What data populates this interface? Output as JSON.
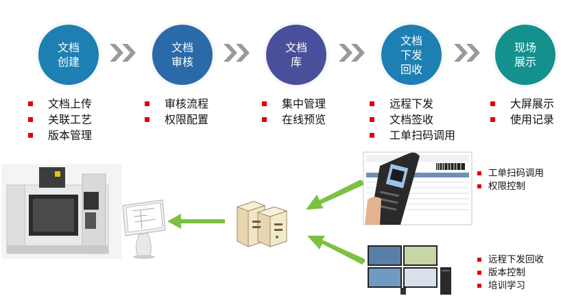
{
  "steps": [
    {
      "label": "文档\n创建",
      "color": "#1e7fb3"
    },
    {
      "label": "文档\n审核",
      "color": "#2b6aa8"
    },
    {
      "label": "文档\n库",
      "color": "#4a4f9b"
    },
    {
      "label": "文档\n下发\n回收",
      "color": "#1e7fb3"
    },
    {
      "label": "现场\n展示",
      "color": "#14908e"
    }
  ],
  "lists": [
    [
      "文档上传",
      "关联工艺",
      "版本管理"
    ],
    [
      "审核流程",
      "权限配置"
    ],
    [
      "集中管理",
      "在线预览"
    ],
    [
      "远程下发",
      "文档签收",
      "工单扫码调用"
    ],
    [
      "大屏展示",
      "使用记录"
    ]
  ],
  "right_lists": {
    "scanner": [
      "工单扫码调用",
      "权限控制"
    ],
    "pc": [
      "远程下发回收",
      "版本控制",
      "培训学习"
    ]
  },
  "colors": {
    "bullet": "#e00000",
    "arrow": "#7cc142",
    "chevron": "#9a9a9a"
  }
}
